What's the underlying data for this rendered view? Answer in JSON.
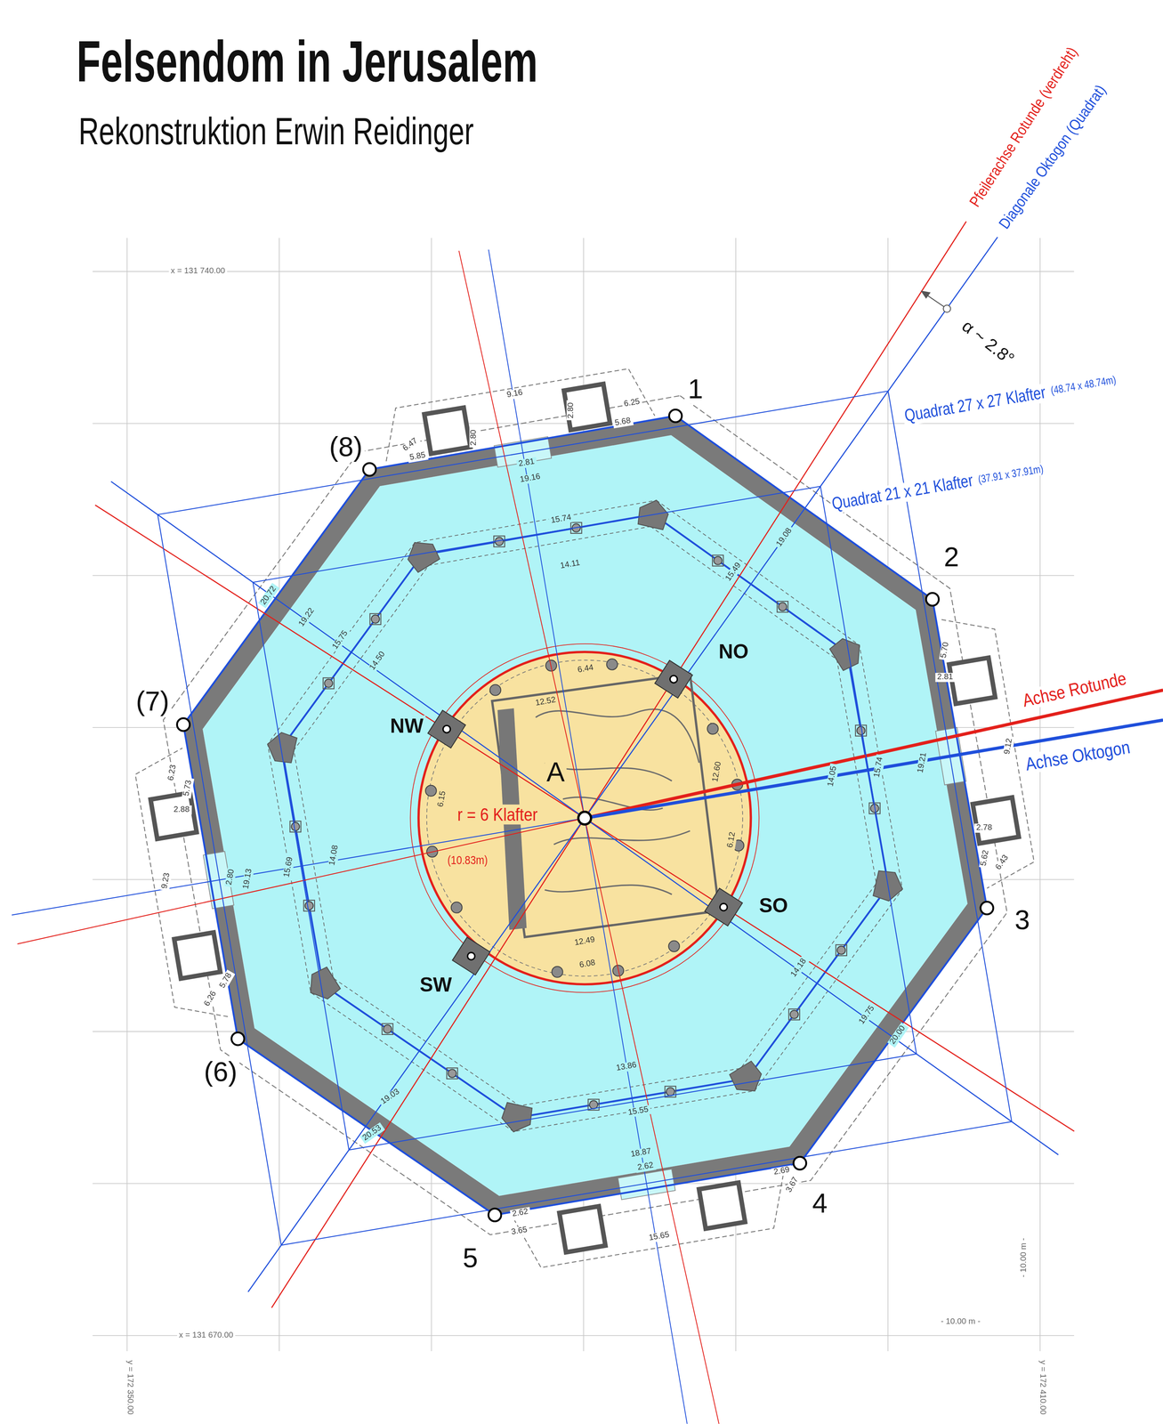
{
  "diagram": {
    "title": "Felsendom in Jerusalem",
    "labels": [
      "Rekonstruktion Erwin Reidinger",
      "Pfeilerachse Rotunde (verdreht)",
      "Diagonale Oktogon (Quadrat)",
      "α ~ 2.8°",
      "Quadrat 27 x 27 Klafter",
      "(48.74 x 48.74m)",
      "Quadrat 21 x 21 Klafter",
      "(37.91 x 37.91m)",
      "1",
      "2",
      "3",
      "4",
      "5",
      "(6)",
      "(7)",
      "(8)",
      "NO",
      "NW",
      "SO",
      "SW",
      "A",
      "r = 6 Klafter",
      "(10.83m)",
      "Achse Rotunde",
      "Achse Oktogon",
      "x = 131 740.00",
      "x = 131 670.00",
      "y = 172 350.00",
      "y = 172 410.00",
      "- 10.00 m -",
      "- 10.00 m -",
      "9.16",
      "6.25",
      "5.68",
      "2.80",
      "2.80",
      "6.47",
      "5.85",
      "2.81",
      "19.16",
      "15.74",
      "14.11",
      "20.72",
      "19.22",
      "15.75",
      "14.50",
      "6.23",
      "5.73",
      "2.88",
      "9.23",
      "2.80",
      "19.13",
      "15.69",
      "14.08",
      "6.26",
      "5.78",
      "19.03",
      "20.53",
      "2.62",
      "3.65",
      "2.62",
      "18.87",
      "15.55",
      "13.86",
      "15.65",
      "2.69",
      "3.67",
      "20.00",
      "19.75",
      "14.18",
      "19.21",
      "15.74",
      "14.05",
      "2.78",
      "5.62",
      "6.43",
      "9.12",
      "5.70",
      "2.81",
      "19.08",
      "15.49",
      "6.44",
      "12.52",
      "12.49",
      "6.08",
      "6.12",
      "12.60",
      "6.15"
    ]
  }
}
